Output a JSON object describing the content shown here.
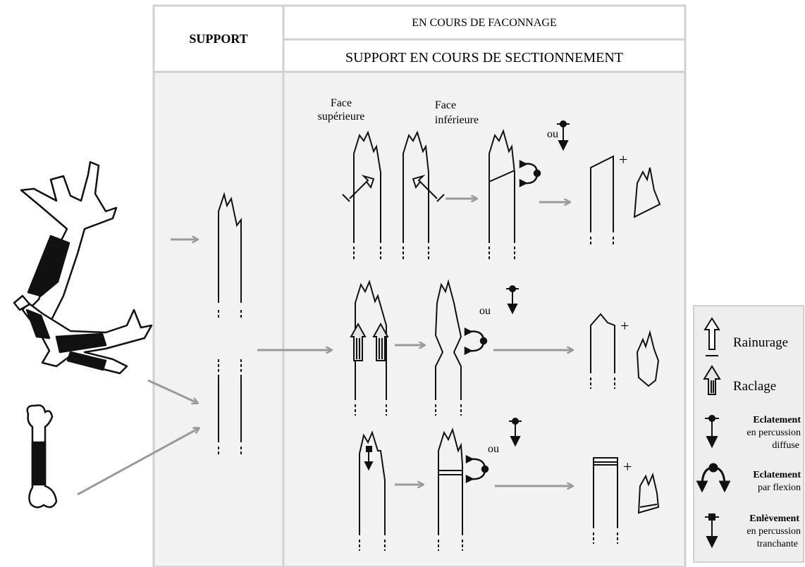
{
  "header": {
    "support": "SUPPORT",
    "faconnage": "EN COURS DE FACONNAGE",
    "sectionnement": "SUPPORT EN COURS DE SECTIONNEMENT"
  },
  "faces": {
    "superieure": [
      "Face",
      "supérieure"
    ],
    "inferieure": [
      "Face",
      "inférieure"
    ]
  },
  "connector": "ou",
  "plus": "+",
  "legend": {
    "rainurage": "Rainurage",
    "raclage": "Raclage",
    "eclatement_percussion": [
      "Eclatement",
      "en percussion",
      "diffuse"
    ],
    "eclatement_flexion": [
      "Eclatement",
      "par flexion"
    ],
    "enlevement": [
      "Enlèvement",
      "en percussion",
      "tranchante"
    ]
  },
  "colors": {
    "panel": "#f2f2f2",
    "panel_border": "#d0d0d0",
    "arrow_gray": "#9a9a9a",
    "ink": "#111111",
    "legend_bg": "#eeeeee"
  }
}
